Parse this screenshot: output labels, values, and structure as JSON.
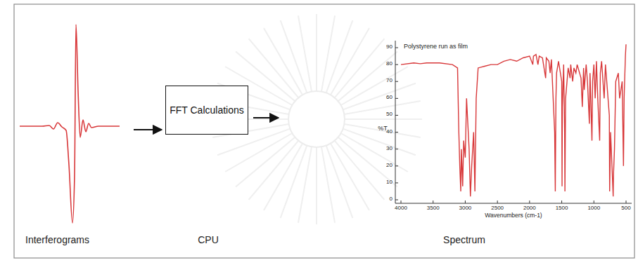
{
  "diagram": {
    "nodes": [
      {
        "text": [
          "FFT Calculations"
        ]
      }
    ],
    "labels": [
      "Interferograms",
      "CPU",
      "Spectrum",
      "Polystyrene run as film",
      "%T",
      "90",
      "80",
      "70",
      "60",
      "50",
      "40",
      "30",
      "20",
      "10",
      "0",
      "4000",
      "3500",
      "3000",
      "2500",
      "2000",
      "1500",
      "1000",
      "500",
      "Wavenumbers (cm-1)"
    ]
  }
}
